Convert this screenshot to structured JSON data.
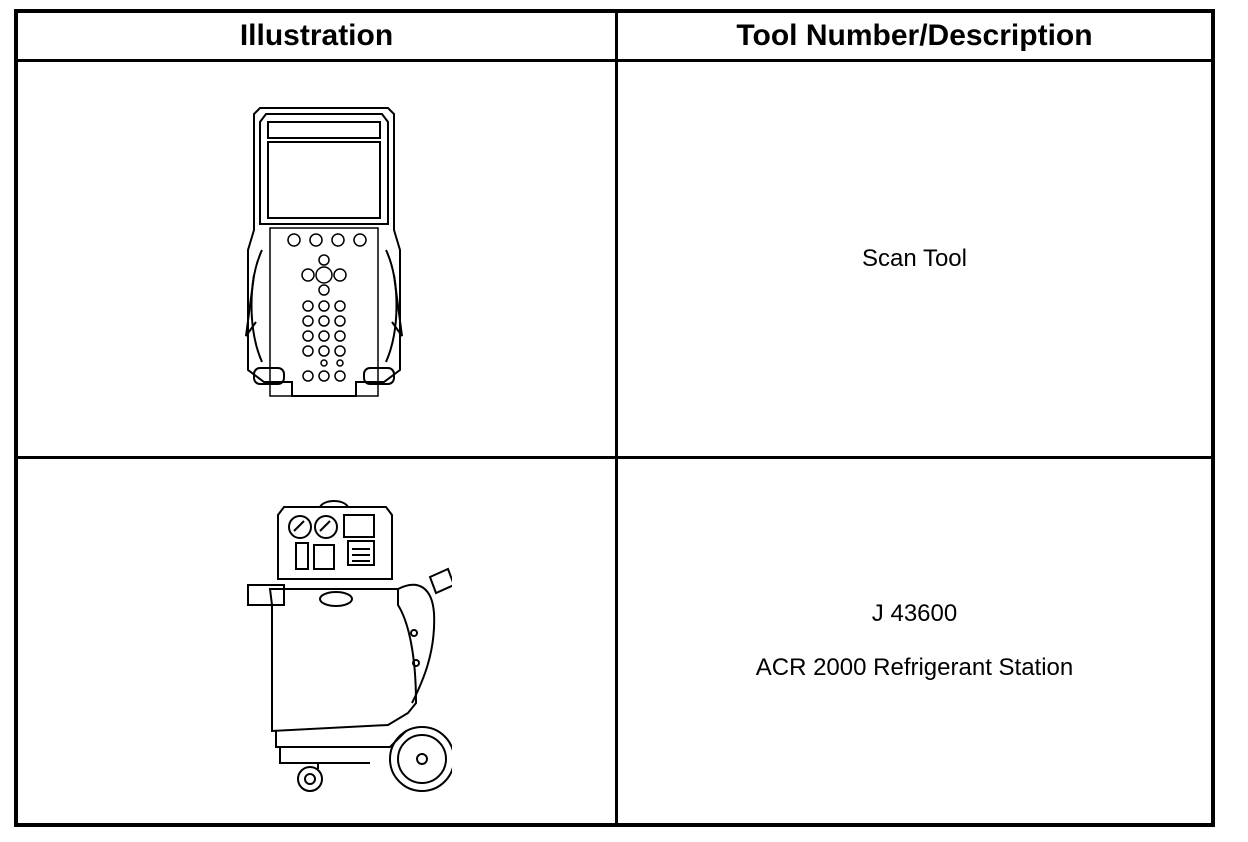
{
  "table": {
    "header": {
      "illustration": "Illustration",
      "description": "Tool Number/Description"
    },
    "rows": [
      {
        "illustration_icon": "scan-tool-icon",
        "lines": [
          "Scan Tool"
        ]
      },
      {
        "illustration_icon": "refrigerant-station-icon",
        "lines": [
          "J 43600",
          "ACR 2000 Refrigerant Station"
        ]
      }
    ]
  }
}
